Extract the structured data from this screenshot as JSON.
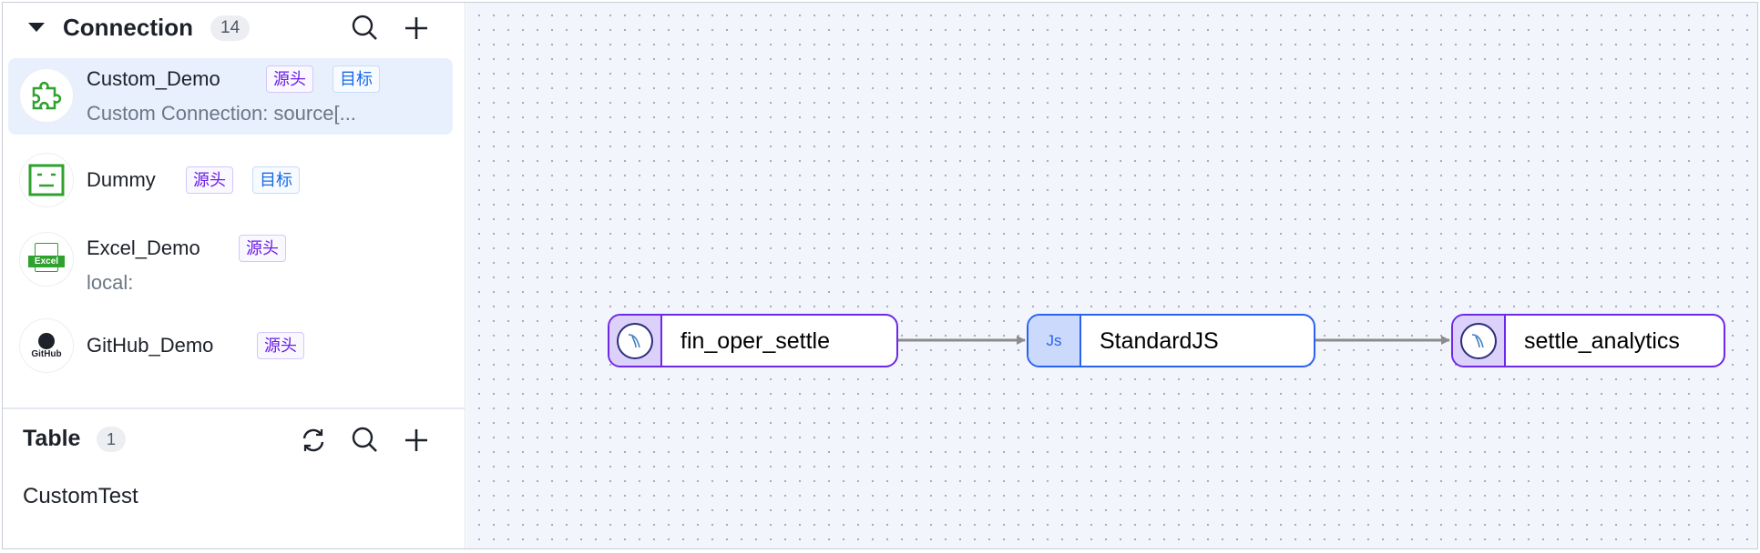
{
  "sidebar": {
    "connection": {
      "title": "Connection",
      "count": "14",
      "items": [
        {
          "name": "Custom_Demo",
          "tags": [
            "源头",
            "目标"
          ],
          "desc": "Custom Connection: source[...",
          "icon": "puzzle-icon"
        },
        {
          "name": "Dummy",
          "tags": [
            "源头",
            "目标"
          ],
          "icon": "dummy-icon"
        },
        {
          "name": "Excel_Demo",
          "tags": [
            "源头"
          ],
          "desc": "local:",
          "icon": "excel-icon",
          "icon_text": "Excel"
        },
        {
          "name": "GitHub_Demo",
          "tags": [
            "源头"
          ],
          "icon": "github-icon",
          "icon_text": "GitHub"
        }
      ]
    },
    "table": {
      "title": "Table",
      "count": "1",
      "rows": [
        "CustomTest"
      ]
    }
  },
  "canvas": {
    "nodes": [
      {
        "label": "fin_oper_settle",
        "type": "mysql-icon"
      },
      {
        "label": "StandardJS",
        "type": "js",
        "badge": "Js"
      },
      {
        "label": "settle_analytics",
        "type": "mysql-icon"
      }
    ]
  },
  "colors": {
    "source_tag": "#6a1be8",
    "target_tag": "#1669e8",
    "db_node": "#6d28e8",
    "js_node": "#2a62f0",
    "active_row": "#e8f0fe",
    "edge": "#8c8c8c"
  }
}
